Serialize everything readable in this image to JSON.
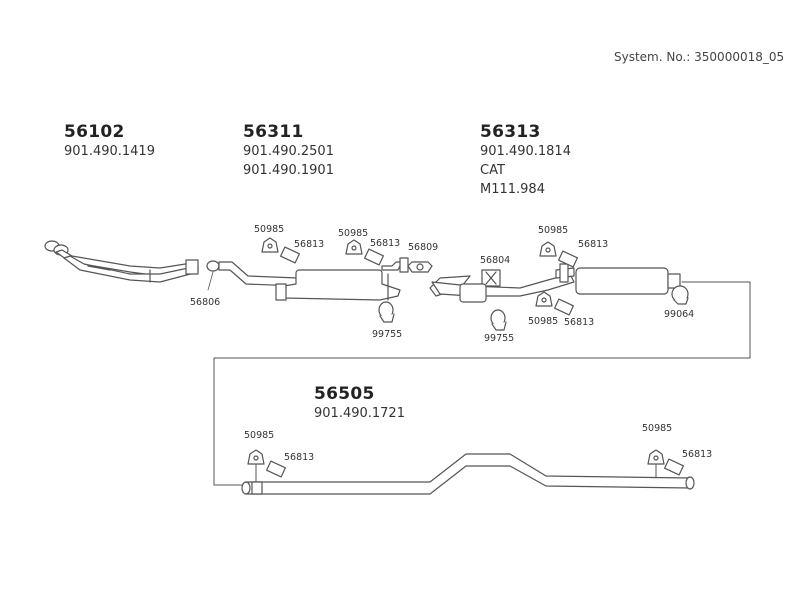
{
  "header": {
    "system_no": "System. No.: 350000018_05"
  },
  "assemblies": [
    {
      "code": "56102",
      "refs": [
        "901.490.1419"
      ]
    },
    {
      "code": "56311",
      "refs": [
        "901.490.2501",
        "901.490.1901"
      ]
    },
    {
      "code": "56313",
      "refs": [
        "901.490.1814",
        "CAT",
        "M111.984"
      ]
    },
    {
      "code": "56505",
      "refs": [
        "901.490.1721"
      ]
    }
  ],
  "callouts": {
    "c1": "50985",
    "c2": "56813",
    "c3": "50985",
    "c4": "56813",
    "c5": "56809",
    "c6": "56804",
    "c7": "50985",
    "c8": "56813",
    "c9": "56806",
    "c10": "99755",
    "c11": "99755",
    "c12": "50985",
    "c13": "56813",
    "c14": "99064",
    "c15": "50985",
    "c16": "56813",
    "c17": "50985",
    "c18": "56813"
  },
  "colors": {
    "line": "#555555",
    "fill": "#ffffff",
    "text": "#333333"
  }
}
